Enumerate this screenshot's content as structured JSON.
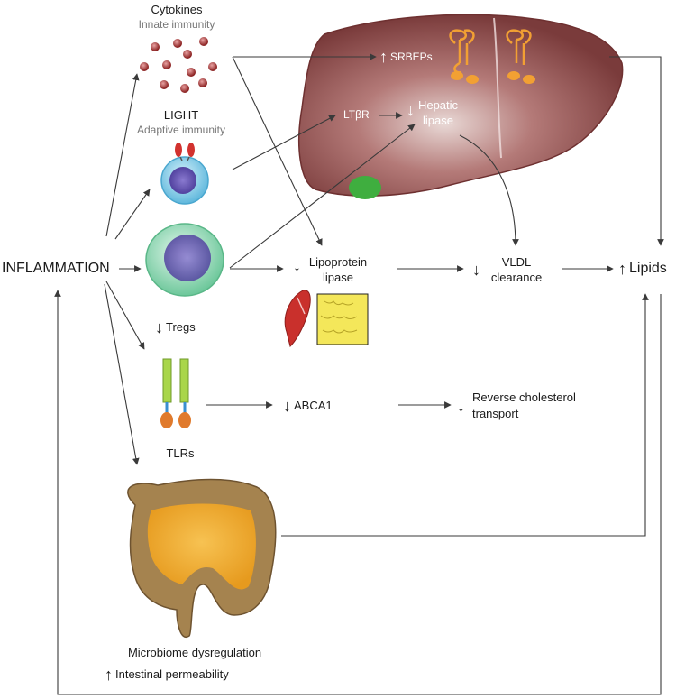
{
  "colors": {
    "line": "#3a3a3a",
    "liver": "#8e4a4a",
    "gallbladder": "#3fae3f",
    "cell_blue": "#6ec6e6",
    "cell_green": "#7fd1a8",
    "receptor_orange": "#e07a2c",
    "adipose": "#f4e75a",
    "muscle": "#c9302c",
    "colon_inner": "#f0a92a",
    "colon_outer": "#9c7a52"
  },
  "icons": [
    "liver-icon",
    "cytokine-dots-icon",
    "lymphocyte-icon",
    "treg-cell-icon",
    "tlr-receptor-icon",
    "muscle-icon",
    "adipose-tissue-icon",
    "colon-icon",
    "srebp-receptor-icon"
  ],
  "labels": {
    "cytokines": "Cytokines",
    "innate_immunity": "Innate immunity",
    "light": "LIGHT",
    "adaptive_immunity": "Adaptive immunity",
    "inflammation": "INFLAMMATION",
    "tregs": "Tregs",
    "tlrs": "TLRs",
    "srbeps": "SRBEPs",
    "ltbr": "LTβR",
    "hepatic_lipase_1": "Hepatic",
    "hepatic_lipase_2": "lipase",
    "lipoprotein_lipase_1": "Lipoprotein",
    "lipoprotein_lipase_2": "lipase",
    "vldl_1": "VLDL",
    "vldl_2": "clearance",
    "lipids": "Lipids",
    "abca1": "ABCA1",
    "rct_1": "Reverse cholesterol",
    "rct_2": "transport",
    "microbiome": "Microbiome dysregulation",
    "permeability": "Intestinal permeability"
  },
  "direction_glyphs": {
    "up": "↑",
    "down": "↓"
  }
}
